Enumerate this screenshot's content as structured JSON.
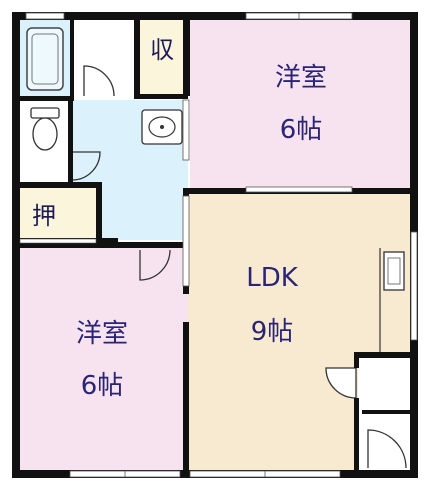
{
  "rooms": {
    "western_top": {
      "name": "洋室",
      "size": "6帖"
    },
    "western_left": {
      "name": "洋室",
      "size": "6帖"
    },
    "ldk": {
      "name": "LDK",
      "size": "9帖"
    },
    "storage": {
      "name": "収"
    },
    "closet": {
      "name": "押"
    }
  },
  "colors": {
    "wall": "#111111",
    "western_floor": "#f6e3ef",
    "ldk_floor": "#f8ead0",
    "wet_area_floor": "#dbf1fb",
    "storage_floor": "#fbf5dc",
    "label": "#2a2475",
    "window": "#9ed2ea"
  }
}
